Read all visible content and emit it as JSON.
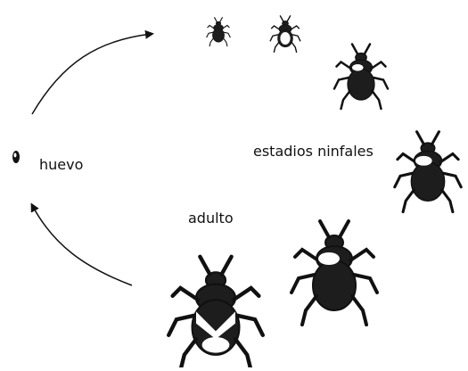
{
  "labels": {
    "egg": "huevo",
    "nymph_stages": "estadios ninfales",
    "adult": "adulto"
  },
  "colors": {
    "ink": "#111111",
    "background": "#ffffff"
  },
  "icons": {
    "egg": "egg-icon",
    "nymph": "nymph-bug-icon",
    "adult": "adult-bug-icon",
    "arrow": "curved-arrow-icon"
  }
}
